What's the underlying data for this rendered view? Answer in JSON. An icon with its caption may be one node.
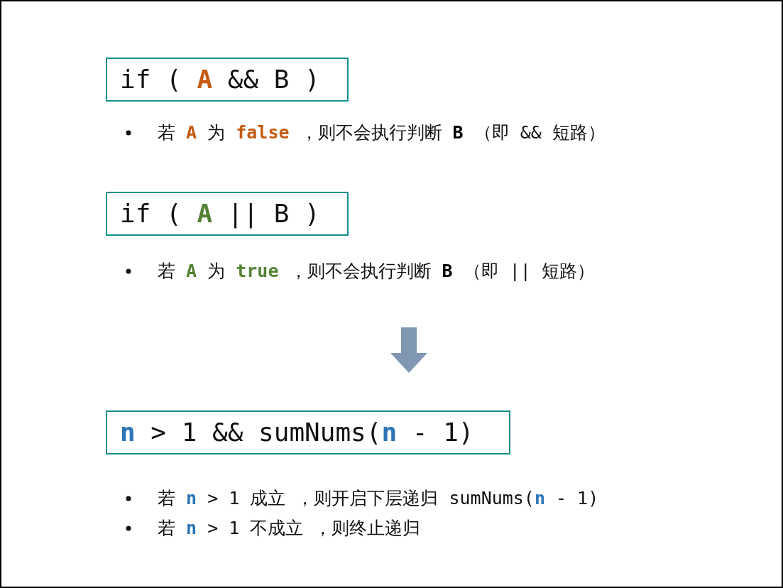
{
  "diagram": {
    "nodes": [
      {
        "text": [
          "if ( **A** && B )"
        ]
      },
      {
        "text": [
          "if ( **A** || B )"
        ]
      },
      {
        "text": [
          "**n** > 1 && sumNums(**n** - 1)"
        ]
      }
    ],
    "labels": [
      "若 **A** 为 **false** ，则不会执行判断 **B** （即 && 短路）",
      "若 **A** 为 **true** ，则不会执行判断 **B** （即 || 短路）",
      "若 **n** > 1 成立 ，则开启下层递归 sumNums(**n** - 1)",
      "若 **n** > 1 不成立 ，则终止递归"
    ]
  }
}
